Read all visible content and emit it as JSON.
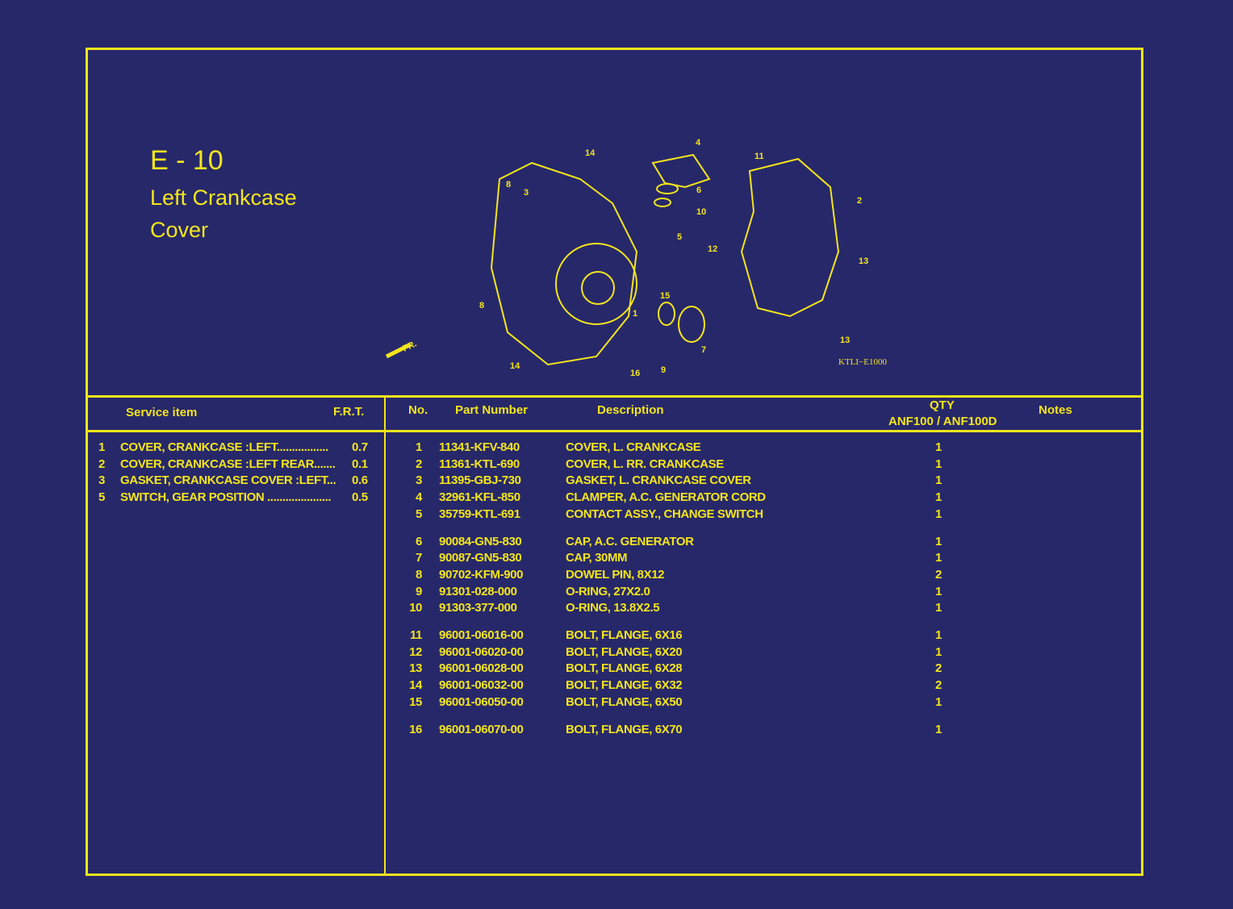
{
  "header": {
    "code": "E - 10",
    "title_line1": "Left Crankcase",
    "title_line2": "Cover"
  },
  "diagram": {
    "ref_code": "KTLI−E1000",
    "front_label": "FR.",
    "callouts": [
      "1",
      "2",
      "3",
      "4",
      "5",
      "6",
      "7",
      "8",
      "8",
      "9",
      "10",
      "11",
      "12",
      "13",
      "13",
      "14",
      "14",
      "15",
      "16"
    ]
  },
  "service": {
    "col_item": "Service item",
    "col_frt": "F.R.T.",
    "items": [
      {
        "no": "1",
        "label": "COVER, CRANKCASE :LEFT.................",
        "frt": "0.7"
      },
      {
        "no": "2",
        "label": "COVER, CRANKCASE :LEFT REAR.......",
        "frt": "0.1"
      },
      {
        "no": "3",
        "label": "GASKET, CRANKCASE COVER :LEFT...",
        "frt": "0.6"
      },
      {
        "no": "5",
        "label": "SWITCH, GEAR POSITION .....................",
        "frt": "0.5"
      }
    ]
  },
  "parts": {
    "col_no": "No.",
    "col_part": "Part Number",
    "col_desc": "Description",
    "col_qty": "QTY",
    "col_qty_models": "ANF100 / ANF100D",
    "col_notes": "Notes",
    "rows": [
      {
        "no": "1",
        "part": "11341-KFV-840",
        "desc": "COVER, L. CRANKCASE",
        "qty": "1"
      },
      {
        "no": "2",
        "part": "11361-KTL-690",
        "desc": "COVER, L. RR. CRANKCASE",
        "qty": "1"
      },
      {
        "no": "3",
        "part": "11395-GBJ-730",
        "desc": "GASKET, L. CRANKCASE COVER",
        "qty": "1"
      },
      {
        "no": "4",
        "part": "32961-KFL-850",
        "desc": "CLAMPER, A.C. GENERATOR CORD",
        "qty": "1"
      },
      {
        "no": "5",
        "part": "35759-KTL-691",
        "desc": "CONTACT ASSY., CHANGE SWITCH",
        "qty": "1"
      },
      {
        "no": "6",
        "part": "90084-GN5-830",
        "desc": "CAP, A.C. GENERATOR",
        "qty": "1"
      },
      {
        "no": "7",
        "part": "90087-GN5-830",
        "desc": "CAP, 30MM",
        "qty": "1"
      },
      {
        "no": "8",
        "part": "90702-KFM-900",
        "desc": "DOWEL PIN, 8X12",
        "qty": "2"
      },
      {
        "no": "9",
        "part": "91301-028-000",
        "desc": "O-RING, 27X2.0",
        "qty": "1"
      },
      {
        "no": "10",
        "part": "91303-377-000",
        "desc": "O-RING, 13.8X2.5",
        "qty": "1"
      },
      {
        "no": "11",
        "part": "96001-06016-00",
        "desc": "BOLT, FLANGE, 6X16",
        "qty": "1"
      },
      {
        "no": "12",
        "part": "96001-06020-00",
        "desc": "BOLT, FLANGE, 6X20",
        "qty": "1"
      },
      {
        "no": "13",
        "part": "96001-06028-00",
        "desc": "BOLT, FLANGE, 6X28",
        "qty": "2"
      },
      {
        "no": "14",
        "part": "96001-06032-00",
        "desc": "BOLT, FLANGE, 6X32",
        "qty": "2"
      },
      {
        "no": "15",
        "part": "96001-06050-00",
        "desc": "BOLT, FLANGE, 6X50",
        "qty": "1"
      },
      {
        "no": "16",
        "part": "96001-06070-00",
        "desc": "BOLT, FLANGE, 6X70",
        "qty": "1"
      }
    ]
  }
}
